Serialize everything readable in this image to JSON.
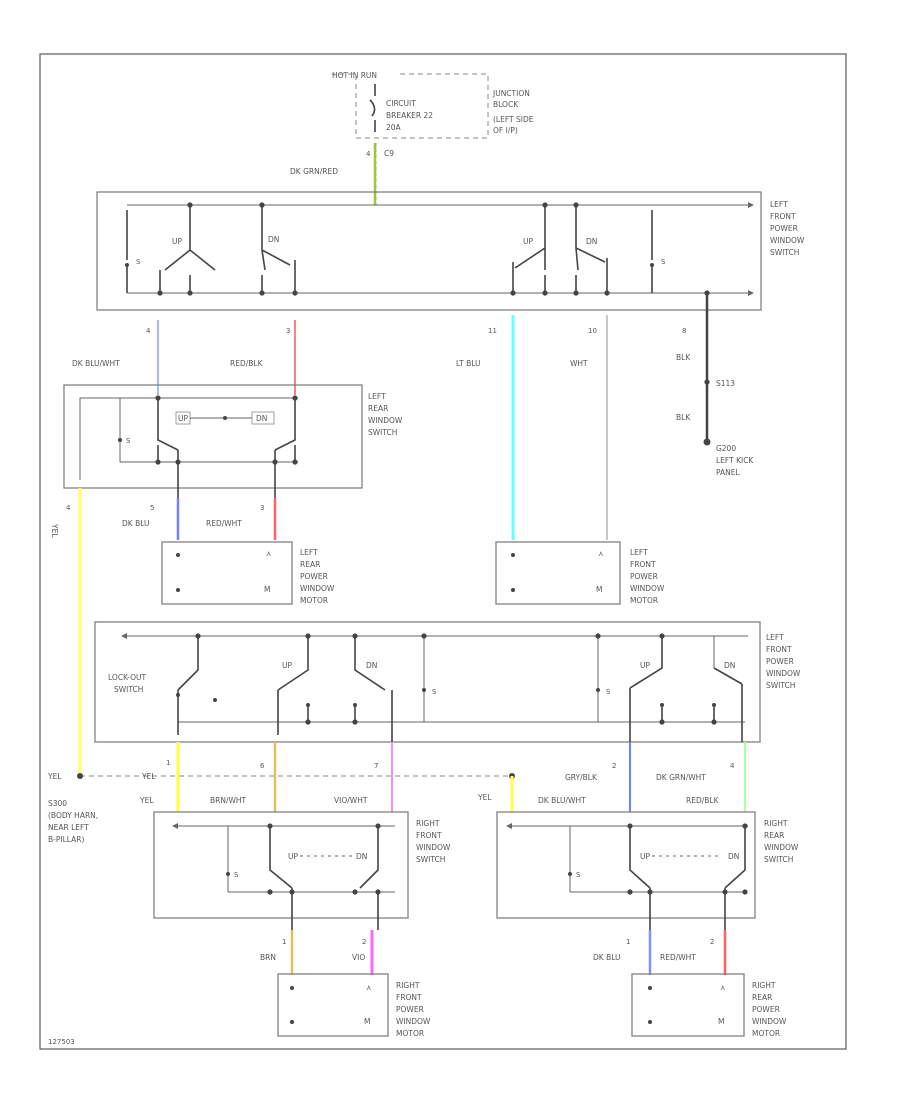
{
  "diagram": {
    "power_source": {
      "hot": "HOT IN RUN",
      "breaker": [
        "CIRCUIT",
        "BREAKER 22",
        "20A"
      ],
      "junction_block": [
        "JUNCTION",
        "BLOCK",
        "(LEFT SIDE",
        "OF I/P)"
      ],
      "connector": "C9",
      "pin": "4"
    },
    "wires": {
      "supply": "DK GRN/RED",
      "lf_left_rear_up": "DK BLU/WHT",
      "lf_left_rear_dn": "RED/BLK",
      "lf_motor_a": "LT BLU",
      "lf_motor_b": "WHT",
      "ground_wire": "BLK",
      "left_rear_feed": "YEL",
      "lr_motor_a": "DK BLU",
      "lr_motor_b": "RED/WHT",
      "yel_splice": "YEL",
      "rf_feed_a": "BRN/WHT",
      "rf_feed_b": "VIO/WHT",
      "rr_feed_a": "DK BLU/WHT",
      "rr_feed_b": "RED/BLK",
      "rr_ctl_a": "GRY/BLK",
      "rr_ctl_b": "DK GRN/WHT",
      "rf_motor_a": "BRN",
      "rf_motor_b": "VIO",
      "rr_motor_a": "DK BLU",
      "rr_motor_b": "RED/WHT"
    },
    "pins": [
      "4",
      "3",
      "11",
      "10",
      "8",
      "5",
      "3",
      "6",
      "7",
      "2",
      "1",
      "2",
      "1",
      "2"
    ],
    "components": {
      "lf_switch_top": [
        "LEFT",
        "FRONT",
        "POWER",
        "WINDOW",
        "SWITCH"
      ],
      "left_rear_switch": [
        "LEFT",
        "REAR",
        "WINDOW",
        "SWITCH"
      ],
      "left_rear_motor": [
        "LEFT",
        "REAR",
        "POWER",
        "WINDOW",
        "MOTOR"
      ],
      "left_front_motor": [
        "LEFT",
        "FRONT",
        "POWER",
        "WINDOW",
        "MOTOR"
      ],
      "lf_switch_mid": [
        "LEFT",
        "FRONT",
        "POWER",
        "WINDOW",
        "SWITCH"
      ],
      "right_front_switch": [
        "RIGHT",
        "FRONT",
        "WINDOW",
        "SWITCH"
      ],
      "right_rear_switch": [
        "RIGHT",
        "REAR",
        "WINDOW",
        "SWITCH"
      ],
      "right_front_motor": [
        "RIGHT",
        "FRONT",
        "POWER",
        "WINDOW",
        "MOTOR"
      ],
      "right_rear_motor": [
        "RIGHT",
        "REAR",
        "POWER",
        "WINDOW",
        "MOTOR"
      ]
    },
    "ground": {
      "connector": "S113",
      "point": [
        "G200",
        "LEFT KICK",
        "PANEL"
      ]
    },
    "splice": [
      "S300",
      "(BODY HARN,",
      "NEAR LEFT",
      "B-PILLAR)"
    ],
    "switch_labels": {
      "up": "UP",
      "dn": "DN",
      "lockout": [
        "LOCK-OUT",
        "SWITCH"
      ],
      "motor": "M"
    },
    "diagram_id": "127503"
  }
}
